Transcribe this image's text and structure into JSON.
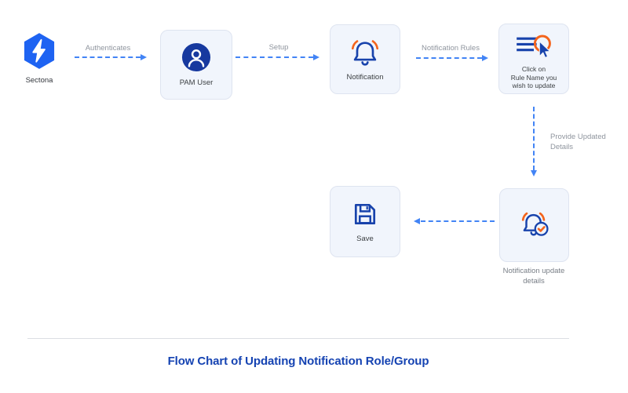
{
  "title": "Flow Chart of Updating Notification Role/Group",
  "brand": {
    "label": "Sectona"
  },
  "nodes": {
    "pam_user": {
      "label": "PAM User"
    },
    "notification": {
      "label": "Notification"
    },
    "click_rule": {
      "label": "Click on\nRule Name you\nwish to update"
    },
    "save": {
      "label": "Save"
    },
    "update_details_caption": {
      "label": "Notification update\ndetails"
    }
  },
  "arrows": {
    "authenticates": {
      "label": "Authenticates"
    },
    "setup": {
      "label": "Setup"
    },
    "notification_rules": {
      "label": "Notification Rules"
    },
    "provide_updated_details": {
      "label": "Provide Updated\nDetails"
    }
  },
  "icons": {
    "sectona": "sectona-lightning-hexagon",
    "pam_user": "user-avatar",
    "notification": "bell-ringing",
    "click_rule": "list-with-click-cursor",
    "update_details": "bell-with-check",
    "save": "floppy-disk"
  },
  "colors": {
    "arrow_blue": "#4284F5",
    "icon_navy": "#1843AC",
    "icon_orange": "#F4641C",
    "node_bg": "#F1F5FC",
    "node_border": "#DEE4F0",
    "brand_blue": "#1E63F2",
    "title_blue": "#1543B2",
    "arrow_label_gray": "#8F959E",
    "node_label_dark": "#3C4043"
  }
}
